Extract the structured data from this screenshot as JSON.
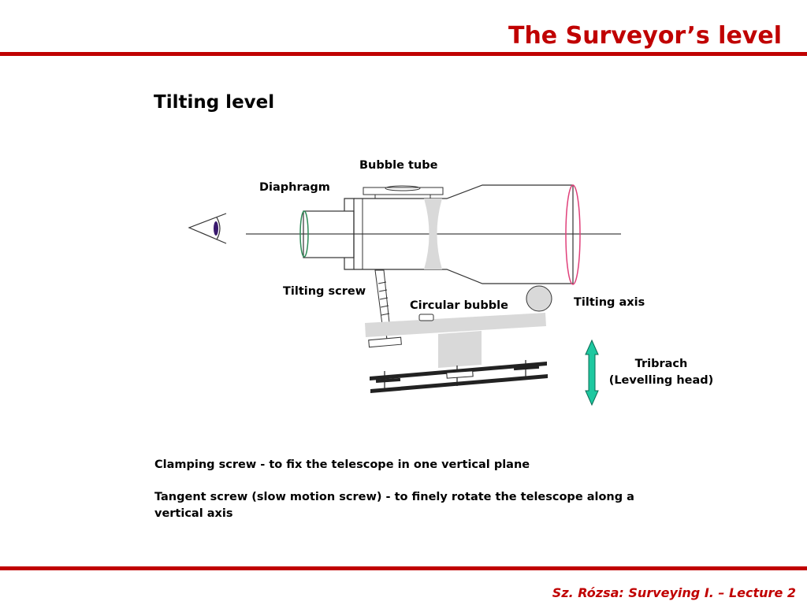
{
  "slide": {
    "title": "The Surveyor’s level",
    "footer": "Sz. Rózsa: Surveying I. – Lecture 2",
    "accent_color": "#c00000"
  },
  "diagram": {
    "heading": "Tilting level",
    "labels": {
      "bubble_tube": "Bubble tube",
      "diaphragm": "Diaphragm",
      "tilting_screw": "Tilting screw",
      "circular_bubble": "Circular bubble",
      "tilting_axis": "Tilting axis",
      "tribrach_line1": "Tribrach",
      "tribrach_line2": "(Levelling head)"
    },
    "colors": {
      "eyepiece_lens": "#2e8b57",
      "objective_lens": "#e0407a",
      "eye_pupil": "#3a1a6e",
      "arrow": "#1ec8a0",
      "bubble_lens": "#d9d9d9",
      "base": "#d9d9d9"
    }
  },
  "notes": [
    "Clamping screw - to fix the telescope in one vertical plane",
    "Tangent screw (slow motion screw) - to finely  rotate the telescope along a vertical axis"
  ]
}
